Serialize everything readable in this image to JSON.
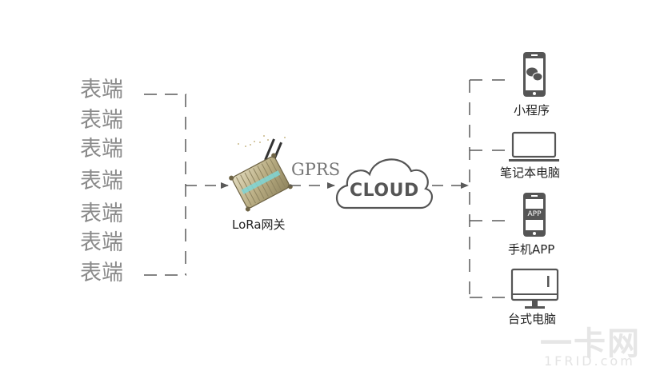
{
  "diagram": {
    "type": "LoRa IoT network topology",
    "meters": {
      "label": "表端",
      "count": 7,
      "items": [
        "表端",
        "表端",
        "表端",
        "表端",
        "表端",
        "表端",
        "表端"
      ]
    },
    "gateway": {
      "label": "LoRa网关",
      "icon": "lora-gateway-device-icon"
    },
    "link_label": "GPRS",
    "cloud": {
      "label": "CLOUD",
      "icon": "cloud-icon"
    },
    "clients": [
      {
        "label": "小程序",
        "icon": "smartphone-wechat-icon"
      },
      {
        "label": "笔记本电脑",
        "icon": "laptop-icon"
      },
      {
        "label": "手机APP",
        "icon": "smartphone-app-icon",
        "screen_text": "APP"
      },
      {
        "label": "台式电脑",
        "icon": "desktop-monitor-icon"
      }
    ],
    "edges": [
      {
        "from": "表端",
        "to": "LoRa网关",
        "style": "dashed-arrow"
      },
      {
        "from": "LoRa网关",
        "to": "CLOUD",
        "style": "dashed-arrow",
        "label": "GPRS"
      },
      {
        "from": "CLOUD",
        "to": "clients",
        "style": "dashed-arrow"
      }
    ],
    "colors": {
      "line": "#5a5a5a",
      "meter_text": "#8a8a8a",
      "icon": "#555555",
      "gateway_body": "#c8bd92",
      "gateway_accent": "#7fd6d6"
    }
  },
  "watermark": {
    "line1": "一卡网",
    "line2": "1FRID.com"
  }
}
